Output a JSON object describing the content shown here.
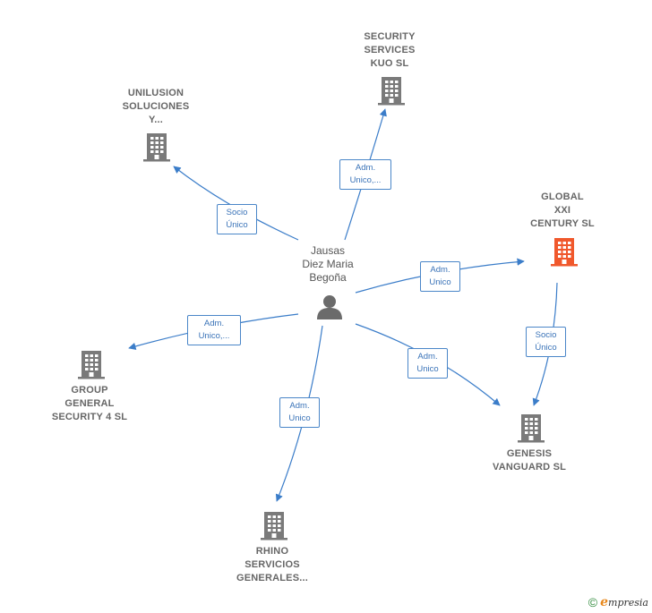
{
  "person": {
    "name_lines": [
      "Jausas",
      "Diez Maria",
      "Begoña"
    ],
    "icon": "person-icon"
  },
  "companies": [
    {
      "id": "security-services-kuo",
      "lines": [
        "SECURITY",
        "SERVICES",
        "KUO  SL"
      ],
      "highlight": false
    },
    {
      "id": "unilusion-soluciones",
      "lines": [
        "UNILUSION",
        "SOLUCIONES",
        "Y..."
      ],
      "highlight": false
    },
    {
      "id": "global-xxi-century",
      "lines": [
        "GLOBAL",
        "XXI",
        "CENTURY  SL"
      ],
      "highlight": true
    },
    {
      "id": "group-general-security",
      "lines": [
        "GROUP",
        "GENERAL",
        "SECURITY 4 SL"
      ],
      "highlight": false
    },
    {
      "id": "genesis-vanguard",
      "lines": [
        "GENESIS",
        "VANGUARD  SL"
      ],
      "highlight": false
    },
    {
      "id": "rhino-servicios",
      "lines": [
        "RHINO",
        "SERVICIOS",
        "GENERALES..."
      ],
      "highlight": false
    }
  ],
  "relations": [
    {
      "id": "to-security-services",
      "lines": [
        "Adm.",
        "Unico,..."
      ]
    },
    {
      "id": "to-unilusion",
      "lines": [
        "Socio",
        "Único"
      ]
    },
    {
      "id": "to-global",
      "lines": [
        "Adm.",
        "Unico"
      ]
    },
    {
      "id": "to-group-general",
      "lines": [
        "Adm.",
        "Unico,..."
      ]
    },
    {
      "id": "to-genesis",
      "lines": [
        "Adm.",
        "Unico"
      ]
    },
    {
      "id": "to-rhino",
      "lines": [
        "Adm.",
        "Unico"
      ]
    },
    {
      "id": "global-to-genesis",
      "lines": [
        "Socio",
        "Único"
      ]
    }
  ],
  "colors": {
    "edge": "#3b7dc9",
    "building": "#7a7a7a",
    "building_highlight": "#f0582c",
    "person": "#6b6b6b"
  },
  "footer": {
    "copyright": "©",
    "brand_initial": "e",
    "brand_rest": "mpresia"
  }
}
